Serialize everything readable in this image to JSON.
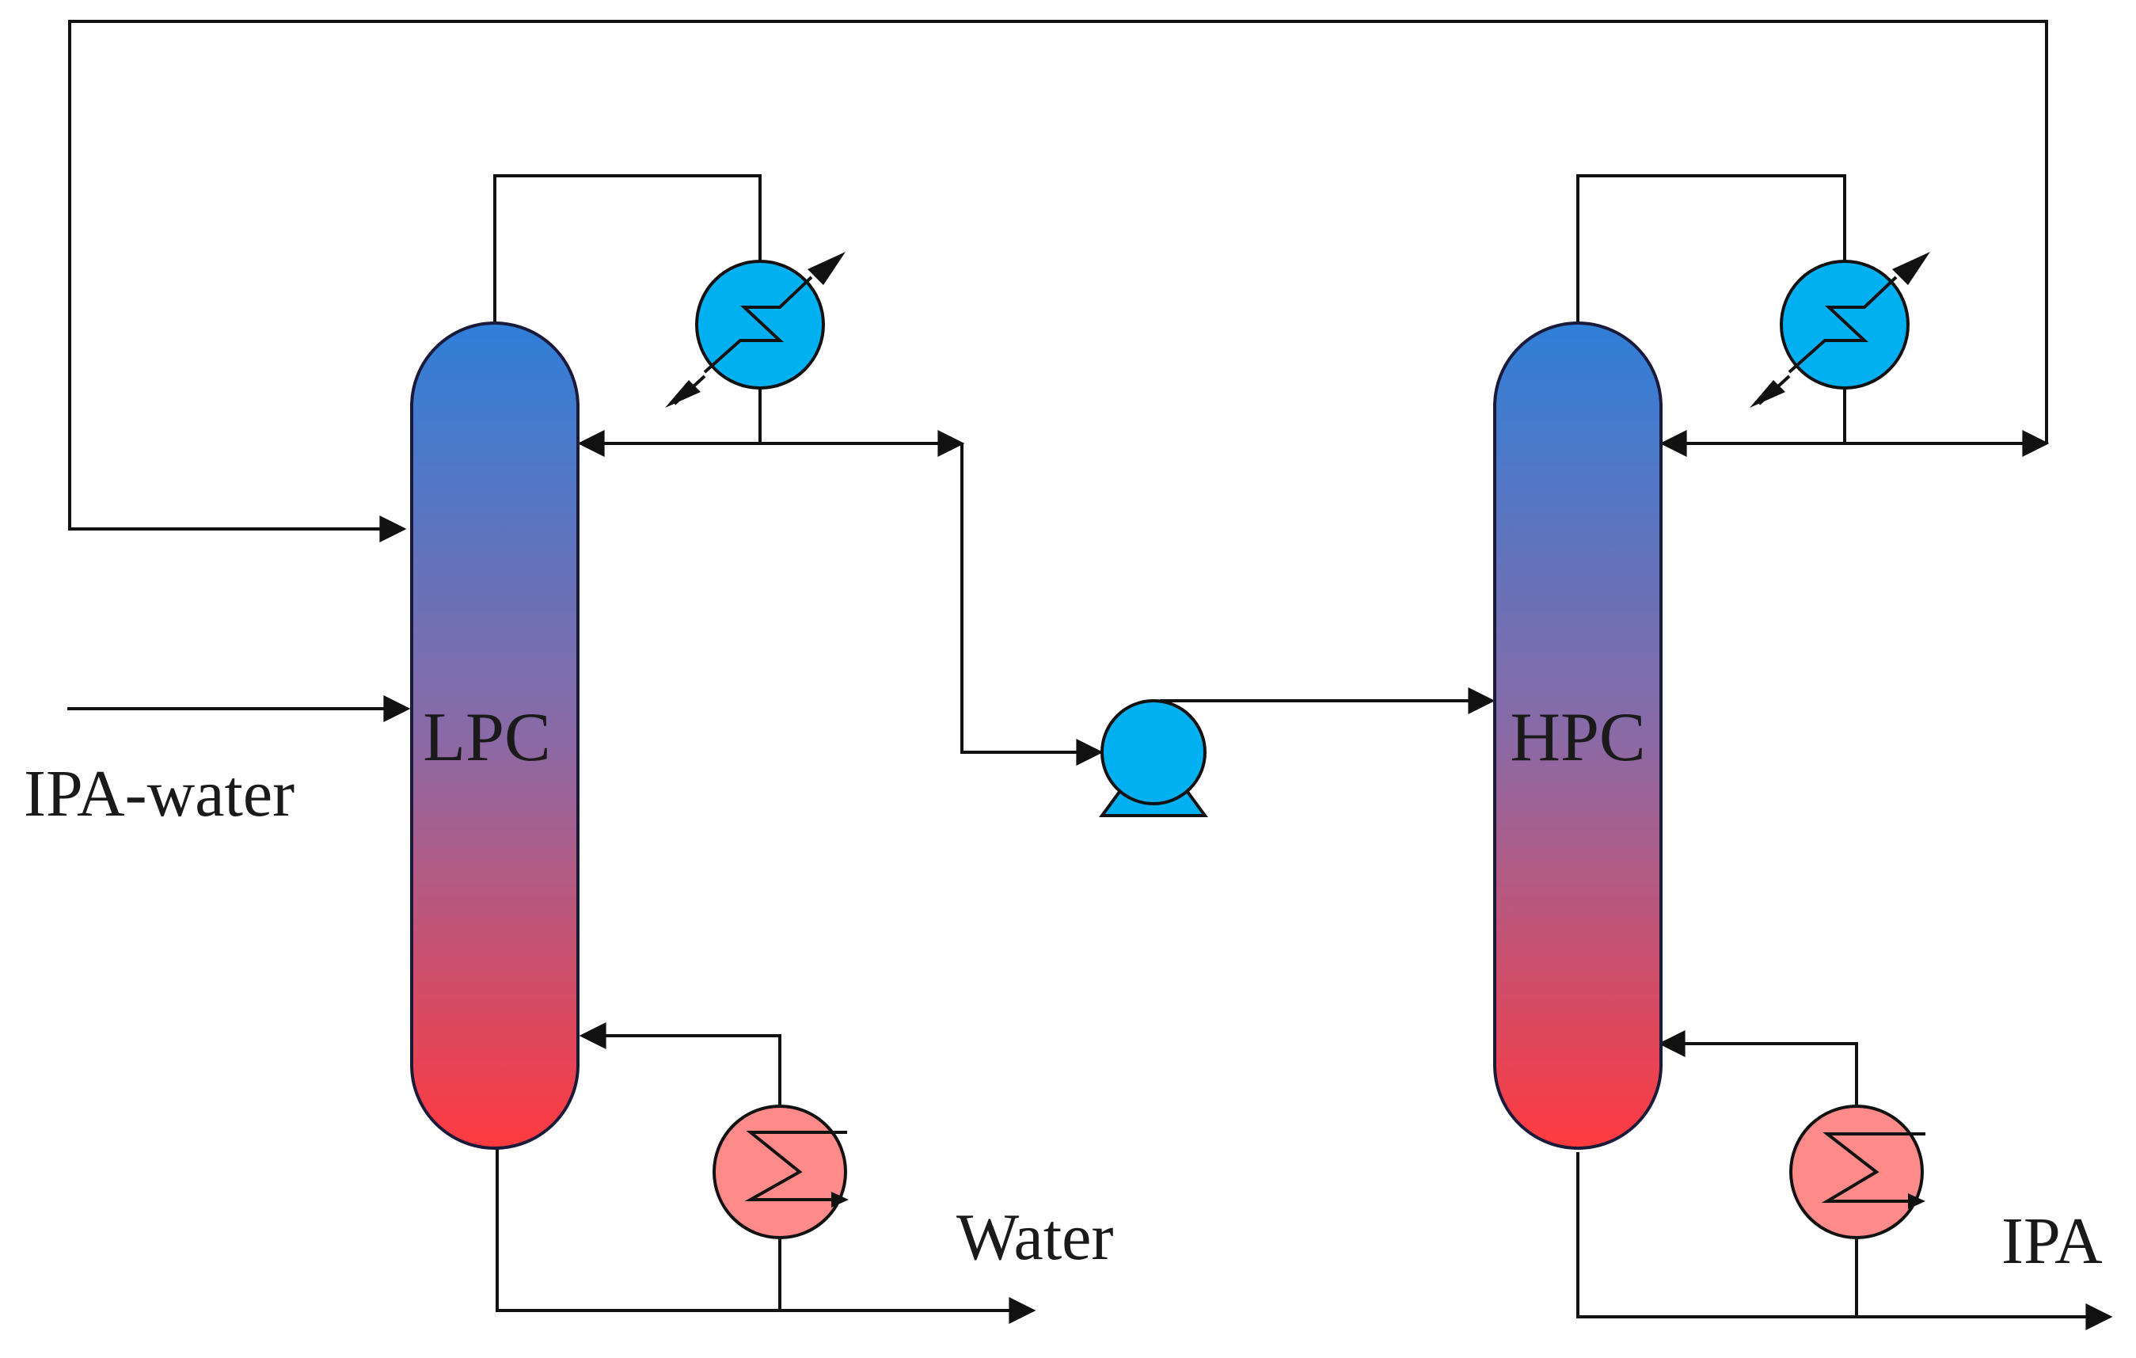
{
  "labels": {
    "lpc": "LPC",
    "hpc": "HPC",
    "feed": "IPA-water",
    "lpc_bottoms": "Water",
    "hpc_bottoms": "IPA"
  },
  "colors": {
    "column_top": "#2f7fd8",
    "column_mid": "#8a6aa6",
    "column_bottom": "#ff3a40",
    "condenser_fill": "#00b0f0",
    "reboiler_fill": "#ff8a8a",
    "pump_fill": "#00b0f0",
    "line": "#111111"
  },
  "icons": {
    "condenser": "condenser-icon",
    "reboiler": "reboiler-icon",
    "pump": "pump-icon"
  }
}
